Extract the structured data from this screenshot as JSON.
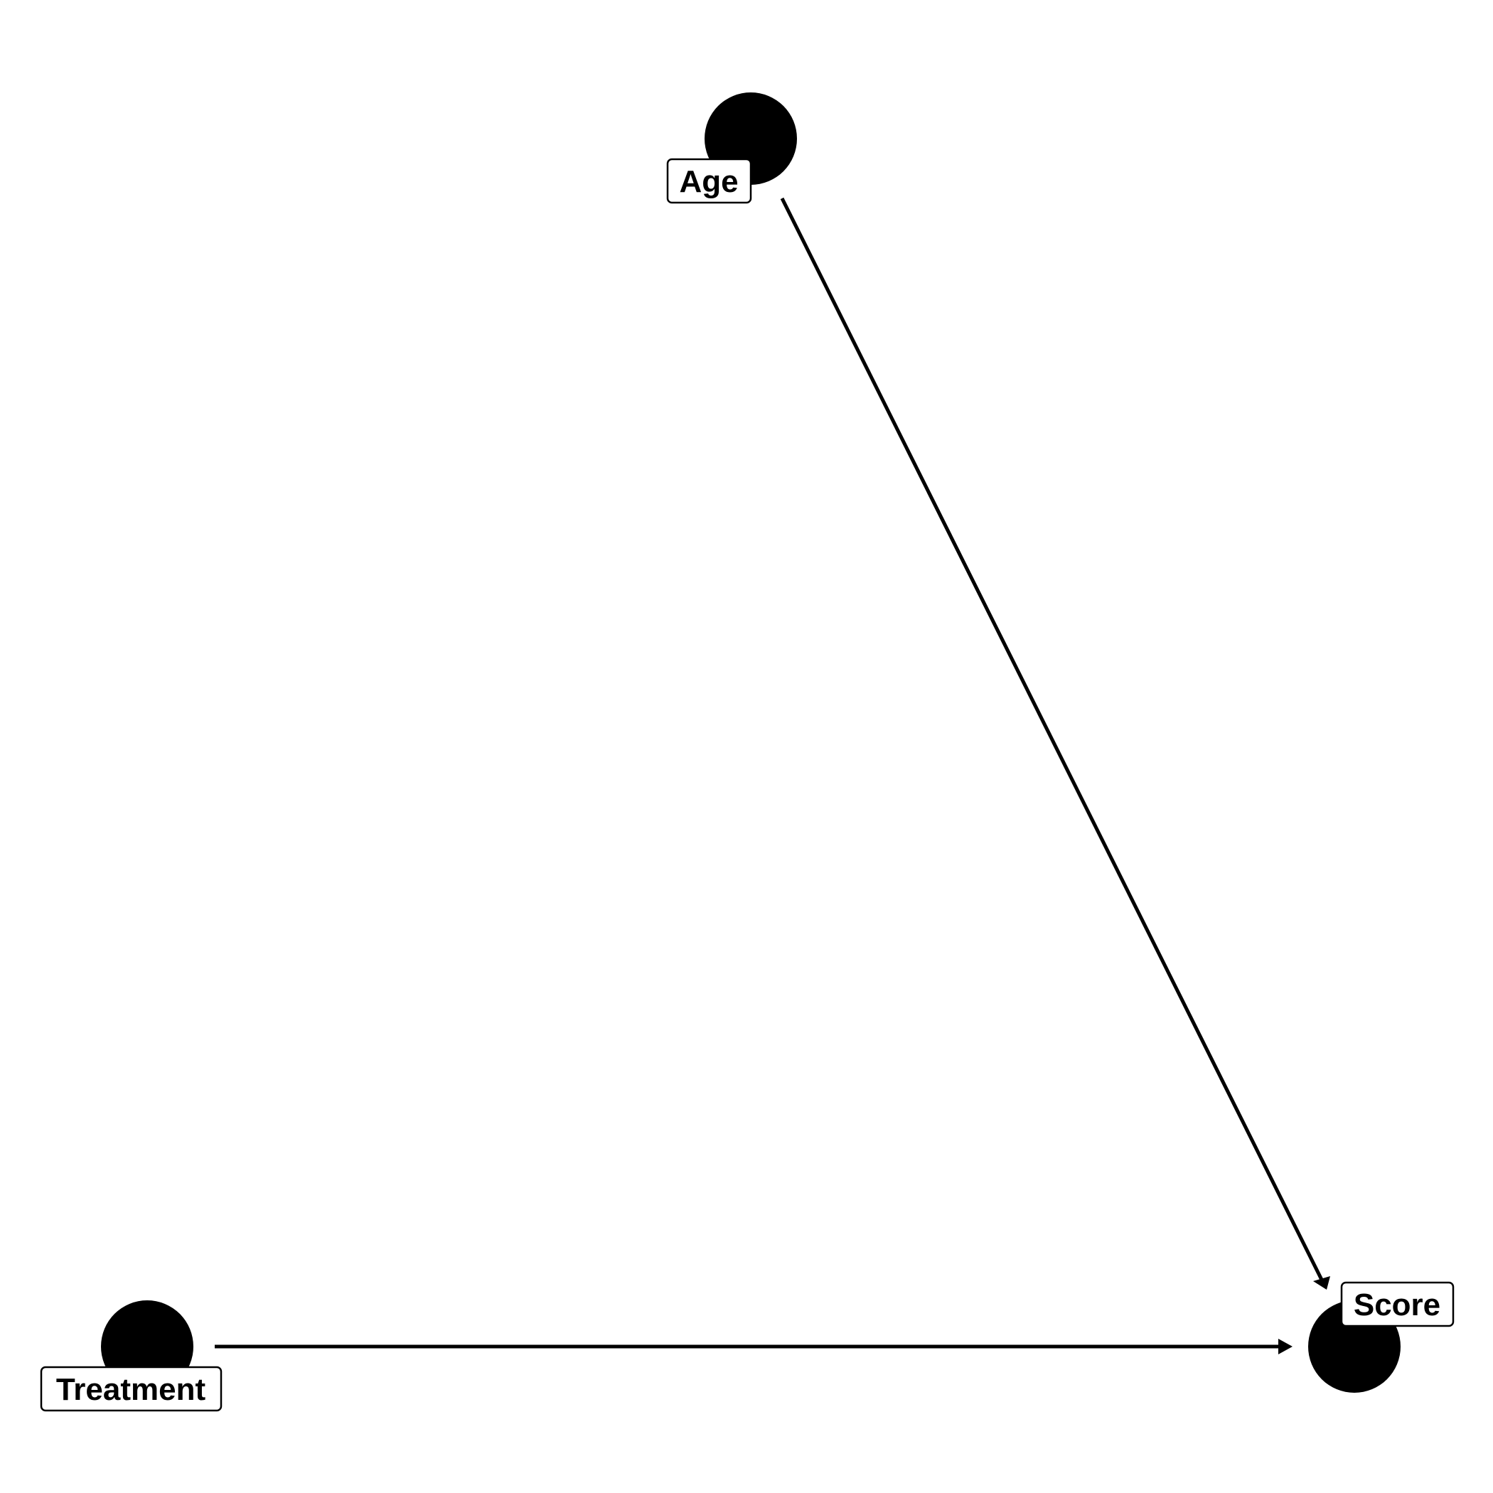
{
  "diagram": {
    "type": "directed-acyclic-graph",
    "nodes": [
      {
        "id": "age",
        "label": "Age"
      },
      {
        "id": "treatment",
        "label": "Treatment"
      },
      {
        "id": "score",
        "label": "Score"
      }
    ],
    "edges": [
      {
        "from": "age",
        "to": "score"
      },
      {
        "from": "treatment",
        "to": "score"
      }
    ],
    "colors": {
      "node": "#000000",
      "edge": "#000000",
      "label_fill": "#ffffff",
      "label_border": "#000000",
      "background": "#ffffff"
    }
  }
}
